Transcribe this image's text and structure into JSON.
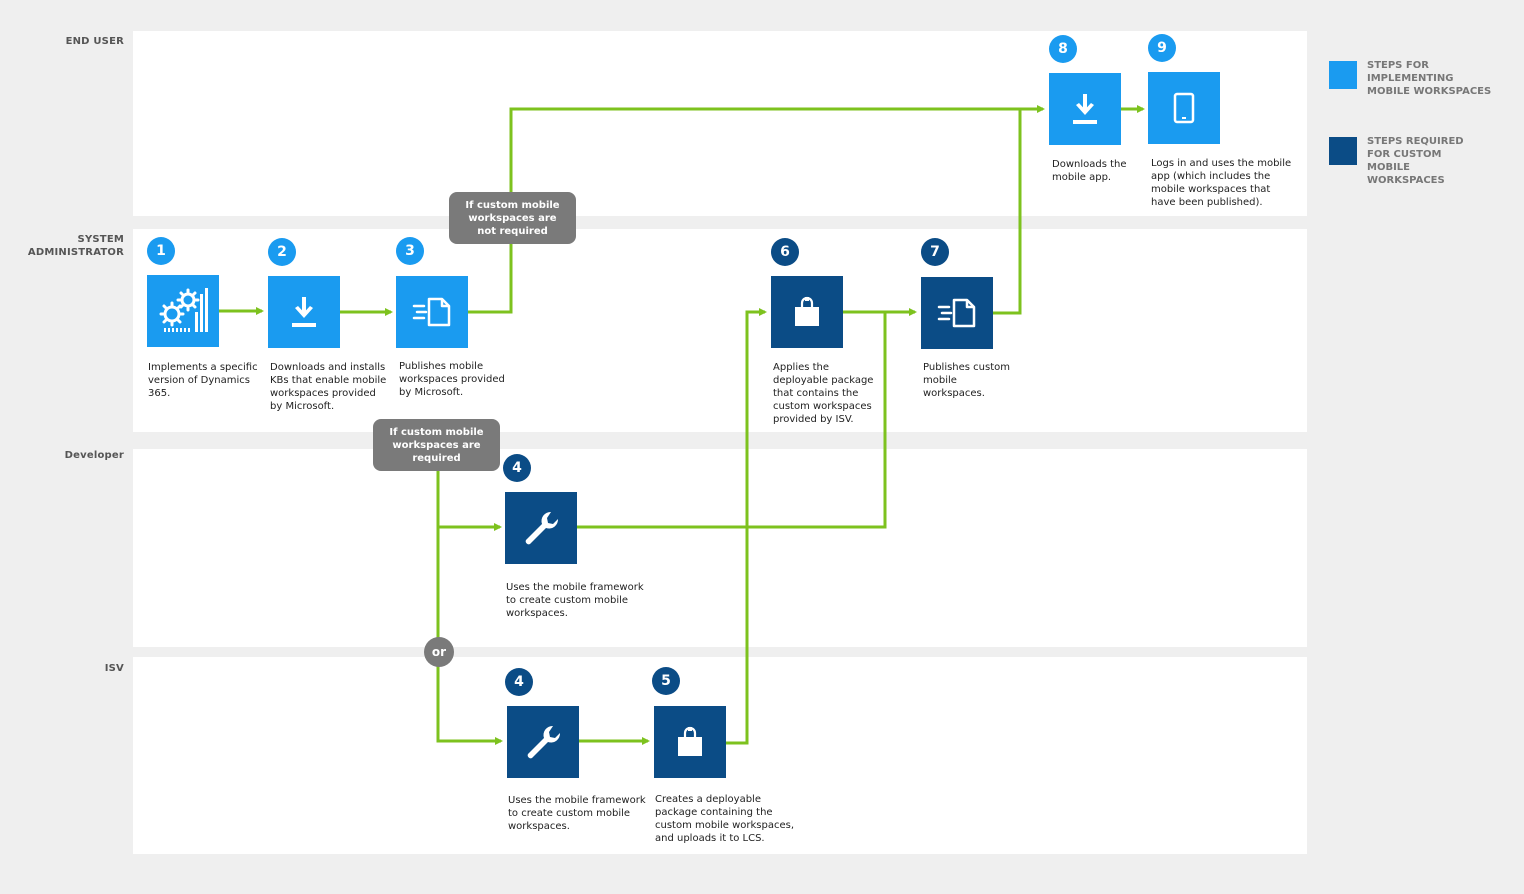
{
  "lanes": [
    {
      "label": "END USER"
    },
    {
      "label": "SYSTEM ADMINISTRATOR"
    },
    {
      "label": "Developer"
    },
    {
      "label": "ISV"
    }
  ],
  "steps": [
    {
      "id": "s1",
      "num": "1",
      "icon": "settings-gears-chart-icon",
      "desc": "Implements a specific version of Dynamics 365."
    },
    {
      "id": "s2",
      "num": "2",
      "icon": "download-icon",
      "desc": "Downloads and installs KBs that enable mobile workspaces provided by Microsoft."
    },
    {
      "id": "s3",
      "num": "3",
      "icon": "publish-document-icon",
      "desc": "Publishes mobile workspaces provided by Microsoft."
    },
    {
      "id": "s4dev",
      "num": "4",
      "icon": "wrench-icon",
      "desc": "Uses the mobile framework to create custom mobile workspaces."
    },
    {
      "id": "s4isv",
      "num": "4",
      "icon": "wrench-icon",
      "desc": "Uses the mobile framework to create custom mobile workspaces."
    },
    {
      "id": "s5",
      "num": "5",
      "icon": "package-bag-icon",
      "desc": "Creates a deployable package containing the custom mobile workspaces, and uploads it to LCS."
    },
    {
      "id": "s6",
      "num": "6",
      "icon": "package-bag-icon",
      "desc": "Applies the deployable package that contains the custom workspaces provided by ISV."
    },
    {
      "id": "s7",
      "num": "7",
      "icon": "publish-document-icon",
      "desc": "Publishes custom mobile workspaces."
    },
    {
      "id": "s8",
      "num": "8",
      "icon": "download-icon",
      "desc": "Downloads the mobile app."
    },
    {
      "id": "s9",
      "num": "9",
      "icon": "tablet-device-icon",
      "desc": "Logs in and uses the mobile app (which includes the mobile workspaces that have been published)."
    }
  ],
  "badges": {
    "not_required": "If custom mobile workspaces are not required",
    "required": "If custom mobile workspaces are required",
    "or": "or"
  },
  "legend": [
    {
      "label": "STEPS FOR IMPLEMENTING MOBILE WORKSPACES",
      "color": "#1a9bf0"
    },
    {
      "label": "STEPS REQUIRED FOR CUSTOM MOBILE WORKSPACES",
      "color": "#0b4c86"
    }
  ],
  "colors": {
    "light_step": "#1a9bf0",
    "dark_step": "#0b4c86",
    "connector": "#7dc21e",
    "badge": "#7a7a7a"
  }
}
